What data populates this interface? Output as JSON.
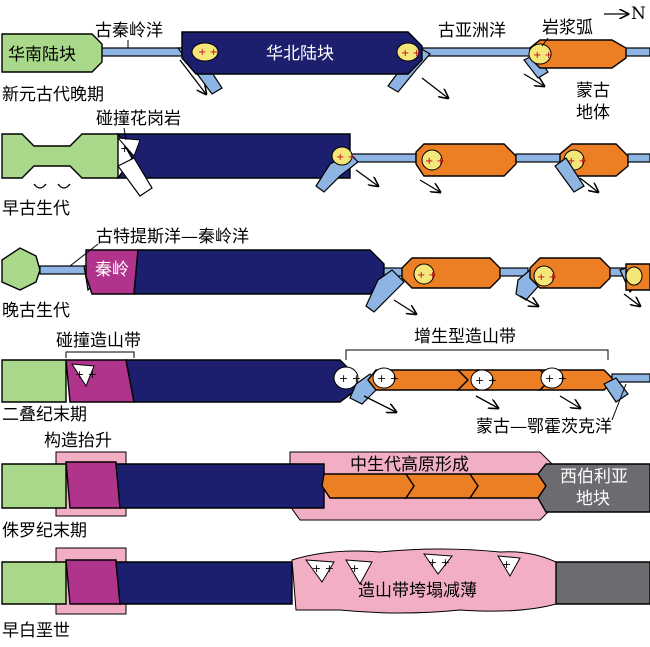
{
  "north_label": "N",
  "colors": {
    "south_china": "#a9d88a",
    "north_china": "#1b1f6e",
    "qinling": "#b0348c",
    "mongolia": "#ec7e24",
    "siberia": "#6b6b70",
    "plateau": "#f2afc4",
    "ocean_slab": "#8db4e2",
    "magmatic_arc": "#f5e67a"
  },
  "panels": [
    {
      "stage": "新元古代晚期",
      "labels": {
        "south_china": "华南陆块",
        "north_china": "华北陆块",
        "ocean_qinling": "古秦岭洋",
        "ocean_asia": "古亚洲洋",
        "arc": "岩浆弧",
        "mongolia_line1": "蒙古",
        "mongolia_line2": "地体"
      }
    },
    {
      "stage": "早古生代",
      "labels": {
        "collision_granite": "碰撞花岗岩"
      }
    },
    {
      "stage": "晚古生代",
      "labels": {
        "ocean": "古特提斯洋—秦岭洋",
        "qinling": "秦岭"
      }
    },
    {
      "stage": "二叠纪末期",
      "labels": {
        "collision_orogen": "碰撞造山带",
        "accretionary_orogen": "增生型造山带",
        "ocean": "蒙古—鄂霍茨克洋"
      }
    },
    {
      "stage": "侏罗纪末期",
      "labels": {
        "uplift": "构造抬升",
        "plateau": "中生代高原形成",
        "siberia_line1": "西伯利亚",
        "siberia_line2": "地块"
      }
    },
    {
      "stage": "早白垩世",
      "labels": {
        "collapse": "造山带垮塌减薄"
      }
    }
  ]
}
